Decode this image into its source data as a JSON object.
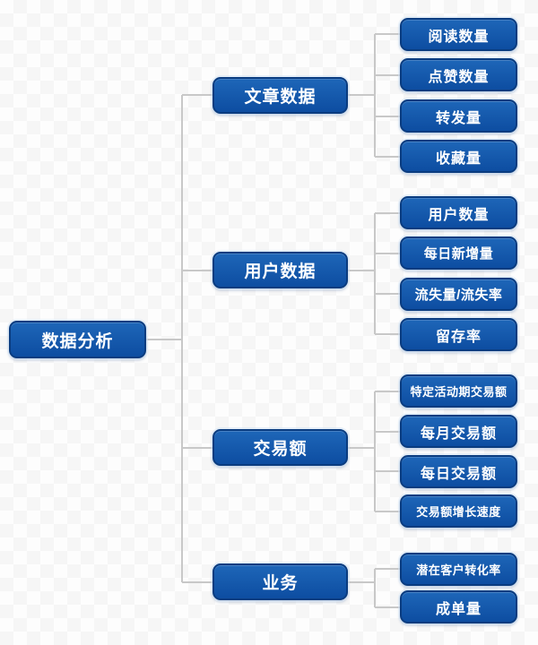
{
  "diagram": {
    "root": {
      "label": "数据分析"
    },
    "branches": [
      {
        "label": "文章数据",
        "children": [
          {
            "label": "阅读数量"
          },
          {
            "label": "点赞数量"
          },
          {
            "label": "转发量"
          },
          {
            "label": "收藏量"
          }
        ]
      },
      {
        "label": "用户数据",
        "children": [
          {
            "label": "用户数量"
          },
          {
            "label": "每日新增量"
          },
          {
            "label": "流失量/流失率"
          },
          {
            "label": "留存率"
          }
        ]
      },
      {
        "label": "交易额",
        "children": [
          {
            "label": "特定活动期交易额"
          },
          {
            "label": "每月交易额"
          },
          {
            "label": "每日交易额"
          },
          {
            "label": "交易额增长速度"
          }
        ]
      },
      {
        "label": "业务",
        "children": [
          {
            "label": "潜在客户转化率"
          },
          {
            "label": "成单量"
          }
        ]
      }
    ]
  },
  "colors": {
    "node_fill_top": "#1e66b8",
    "node_fill_bottom": "#0d4da1",
    "node_border": "#0a3c80",
    "node_text": "#ffffff",
    "connector": "#c8c8c8",
    "background": "#fdfdfd"
  }
}
